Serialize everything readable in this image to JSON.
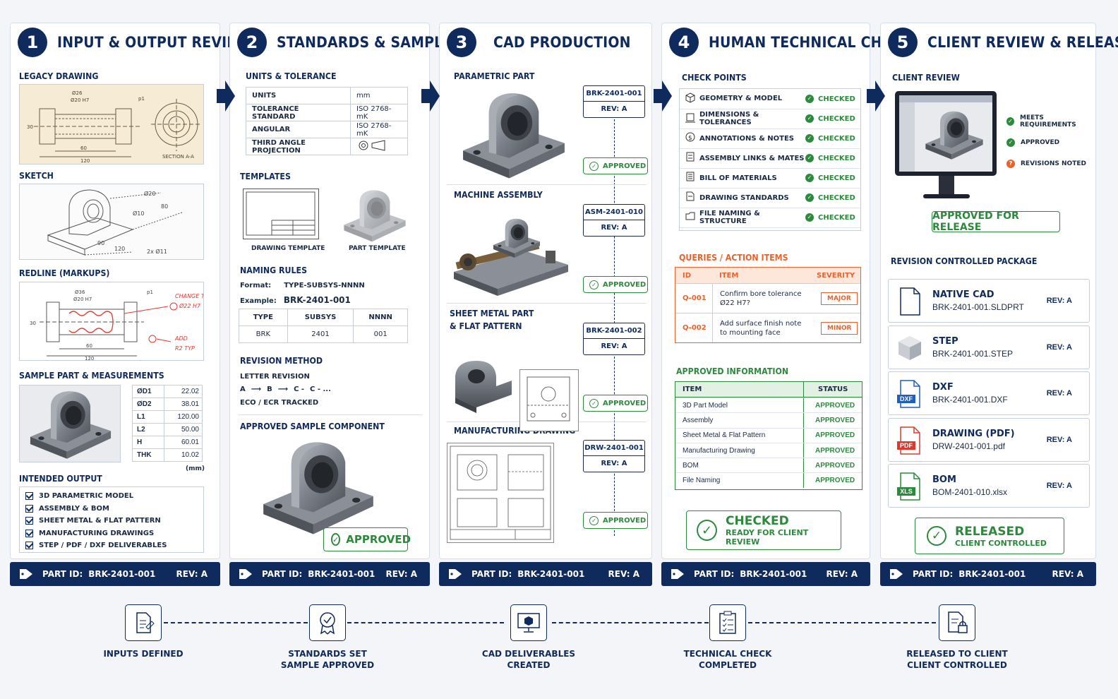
{
  "stages": [
    {
      "num": "1",
      "title": "INPUT & OUTPUT REVIEW"
    },
    {
      "num": "2",
      "title": "STANDARDS & SAMPLE"
    },
    {
      "num": "3",
      "title": "CAD PRODUCTION"
    },
    {
      "num": "4",
      "title": "HUMAN TECHNICAL CHECK"
    },
    {
      "num": "5",
      "title": "CLIENT REVIEW & RELEASE"
    }
  ],
  "footer": {
    "part_label": "PART ID:",
    "part_id": "BRK-2401-001",
    "rev": "REV:  A"
  },
  "s1": {
    "legacy_label": "LEGACY DRAWING",
    "legacy_notes": {
      "d26": "Ø26",
      "d20": "Ø20 H7",
      "n60": "60",
      "n120": "120",
      "section": "SECTION A-A",
      "n30": "30",
      "p1": "p1"
    },
    "sketch_label": "SKETCH",
    "sketch_notes": {
      "d20": "Ø20",
      "n80": "80",
      "d10": "Ø10",
      "n90": "90",
      "n120": "120",
      "holes": "2x  Ø11"
    },
    "redline_label": "REDLINE (MARKUPS)",
    "redline_notes": {
      "change": "CHANGE TO",
      "d22": "Ø22  H7",
      "add": "ADD",
      "r2": "R2 TYP",
      "d36": "Ø36",
      "d20": "Ø20 H7",
      "n60": "60",
      "n120": "120",
      "n30": "30",
      "p1": "p1"
    },
    "sample_label": "SAMPLE PART & MEASUREMENTS",
    "measurements": [
      [
        "ØD1",
        "22.02"
      ],
      [
        "ØD2",
        "38.01"
      ],
      [
        "L1",
        "120.00"
      ],
      [
        "L2",
        "50.00"
      ],
      [
        "H",
        "60.01"
      ],
      [
        "THK",
        "10.02"
      ]
    ],
    "unit": "(mm)",
    "output_label": "INTENDED OUTPUT",
    "outputs": [
      "3D PARAMETRIC MODEL",
      "ASSEMBLY & BOM",
      "SHEET METAL & FLAT PATTERN",
      "MANUFACTURING DRAWINGS",
      "STEP / PDF / DXF DELIVERABLES"
    ]
  },
  "s2": {
    "units_label": "UNITS & TOLERANCE",
    "units_rows": [
      [
        "UNITS",
        "mm"
      ],
      [
        "TOLERANCE STANDARD",
        "ISO 2768-mK"
      ],
      [
        "ANGULAR",
        "ISO 2768-mK"
      ],
      [
        "THIRD ANGLE PROJECTION",
        ""
      ]
    ],
    "templates_label": "TEMPLATES",
    "drawing_template": "DRAWING TEMPLATE",
    "part_template": "PART TEMPLATE",
    "naming_label": "NAMING RULES",
    "format_key": "Format:",
    "format_val": "TYPE-SUBSYS-NNNN",
    "example_key": "Example:",
    "example_val": "BRK-2401-001",
    "naming_head": [
      "TYPE",
      "SUBSYS",
      "NNNN"
    ],
    "naming_row": [
      "BRK",
      "2401",
      "001"
    ],
    "revision_label": "REVISION METHOD",
    "letter_revision": "LETTER REVISION",
    "seq": [
      "A",
      "B",
      "C -",
      "C - ..."
    ],
    "eco": "ECO / ECR TRACKED",
    "sample_label": "APPROVED SAMPLE COMPONENT",
    "approved": "APPROVED"
  },
  "s3": {
    "items": [
      {
        "label": "PARAMETRIC PART",
        "code": "BRK-2401-001",
        "rev": "REV: A",
        "status": "APPROVED"
      },
      {
        "label": "MACHINE ASSEMBLY",
        "code": "ASM-2401-010",
        "rev": "REV: A",
        "status": "APPROVED"
      },
      {
        "label": "SHEET METAL PART",
        "label2": "& FLAT PATTERN",
        "code": "BRK-2401-002",
        "rev": "REV: A",
        "status": "APPROVED"
      },
      {
        "label": "MANUFACTURING DRAWING",
        "code": "DRW-2401-001",
        "rev": "REV: A",
        "status": "APPROVED"
      }
    ]
  },
  "s4": {
    "check_label": "CHECK POINTS",
    "checks": [
      {
        "name": "GEOMETRY & MODEL",
        "icon": "cube-icon"
      },
      {
        "name": "DIMENSIONS & TOLERANCES",
        "icon": "dimension-icon"
      },
      {
        "name": "ANNOTATIONS & NOTES",
        "icon": "annotation-icon"
      },
      {
        "name": "ASSEMBLY LINKS & MATES",
        "icon": "link-icon"
      },
      {
        "name": "BILL OF MATERIALS",
        "icon": "list-icon"
      },
      {
        "name": "DRAWING STANDARDS",
        "icon": "document-icon"
      },
      {
        "name": "FILE NAMING & STRUCTURE",
        "icon": "folder-icon"
      }
    ],
    "checked": "CHECKED",
    "queries_label": "QUERIES / ACTION ITEMS",
    "q_head": [
      "ID",
      "ITEM",
      "SEVERITY"
    ],
    "queries": [
      {
        "id": "Q-001",
        "item1": "Confirm bore tolerance",
        "item2": "Ø22 H7?",
        "sev": "MAJOR"
      },
      {
        "id": "Q-002",
        "item1": "Add surface finish note",
        "item2": "to mounting face",
        "sev": "MINOR"
      }
    ],
    "approved_label": "APPROVED INFORMATION",
    "a_head": [
      "ITEM",
      "STATUS"
    ],
    "approved_rows": [
      "3D Part Model",
      "Assembly",
      "Sheet Metal & Flat Pattern",
      "Manufacturing Drawing",
      "BOM",
      "File Naming"
    ],
    "approved_status": "APPROVED",
    "badge_title": "CHECKED",
    "badge_sub": "READY FOR CLIENT REVIEW"
  },
  "s5": {
    "client_label": "CLIENT REVIEW",
    "bullets": [
      {
        "text": "MEETS REQUIREMENTS",
        "color": "#2c8a3c"
      },
      {
        "text": "APPROVED",
        "color": "#2c8a3c"
      },
      {
        "text": "REVISIONS NOTED",
        "color": "#e8622c"
      }
    ],
    "release_btn": "APPROVED FOR RELEASE",
    "package_label": "REVISION CONTROLLED PACKAGE",
    "files": [
      {
        "name": "NATIVE CAD",
        "file": "BRK-2401-001.SLDPRT",
        "rev": "REV: A",
        "icon": "file-icon",
        "badge": ""
      },
      {
        "name": "STEP",
        "file": "BRK-2401-001.STEP",
        "rev": "REV: A",
        "icon": "step-cube-icon",
        "badge": ""
      },
      {
        "name": "DXF",
        "file": "BRK-2401-001.DXF",
        "rev": "REV: A",
        "icon": "dxf-file-icon",
        "badge": "DXF",
        "color": "#1f5fbf"
      },
      {
        "name": "DRAWING (PDF)",
        "file": "DRW-2401-001.pdf",
        "rev": "REV: A",
        "icon": "pdf-file-icon",
        "badge": "PDF",
        "color": "#d93a2f"
      },
      {
        "name": "BOM",
        "file": "BOM-2401-010.xlsx",
        "rev": "REV: A",
        "icon": "xls-file-icon",
        "badge": "XLS",
        "color": "#2c8a3c"
      }
    ],
    "badge_title": "RELEASED",
    "badge_sub": "CLIENT CONTROLLED"
  },
  "milestones": [
    {
      "l1": "INPUTS DEFINED",
      "l2": "",
      "icon": "document-edit-icon"
    },
    {
      "l1": "STANDARDS SET",
      "l2": "SAMPLE APPROVED",
      "icon": "award-icon"
    },
    {
      "l1": "CAD DELIVERABLES",
      "l2": "CREATED",
      "icon": "monitor-cube-icon"
    },
    {
      "l1": "TECHNICAL CHECK",
      "l2": "COMPLETED",
      "icon": "clipboard-icon"
    },
    {
      "l1": "RELEASED TO CLIENT",
      "l2": "CLIENT CONTROLLED",
      "icon": "locked-document-icon"
    }
  ],
  "colors": {
    "navy": "#0f2a5c",
    "green": "#2c8a3c",
    "orange": "#e8622c",
    "red": "#d93a2f"
  }
}
